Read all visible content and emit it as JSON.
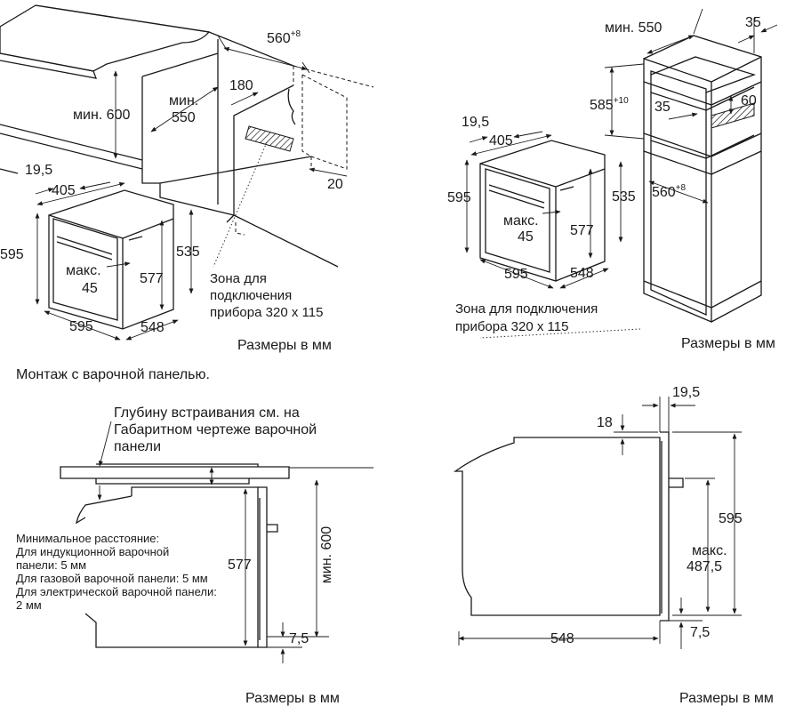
{
  "d1": {
    "dims": {
      "a": "560",
      "a_sup": "+8",
      "b": "мин. 600",
      "c": "мин.",
      "c2": "550",
      "d": "180",
      "e": "20",
      "f": "19,5",
      "g": "405",
      "h": "595",
      "i": "535",
      "j": "577",
      "k": "макс.",
      "k2": "45",
      "l": "595",
      "m": "548"
    },
    "zone": [
      "Зона для",
      "подключения",
      "прибора 320 x 115"
    ],
    "units": "Размеры в мм"
  },
  "d2": {
    "dims": {
      "a": "мин. 550",
      "b": "35",
      "c": "585",
      "c_sup": "+10",
      "d": "35",
      "e": "60",
      "f": "19,5",
      "g": "405",
      "h": "595",
      "i": "535",
      "j": "577",
      "k": "макс.",
      "k2": "45",
      "l": "560",
      "l_sup": "+8",
      "m": "595",
      "n": "548"
    },
    "zone": [
      "Зона для подключения",
      "прибора 320 x 115"
    ],
    "units": "Размеры в мм"
  },
  "caption": "Монтаж с варочной панелью.",
  "d3": {
    "note": [
      "Глубину встраивания см. на",
      "Габаритном чертеже варочной",
      "панели"
    ],
    "min_lines": [
      "Минимальное расстояние:",
      "Для индукционной варочной",
      "панели: 5 мм",
      "Для газовой варочной панели: 5 мм",
      "Для электрической варочной панели:",
      "2 мм"
    ],
    "dims": {
      "a": "577",
      "b": "мин. 600",
      "c": "7,5"
    },
    "units": "Размеры в мм"
  },
  "d4": {
    "dims": {
      "a": "19,5",
      "b": "18",
      "c": "595",
      "d": "макс.",
      "d2": "487,5",
      "e": "548",
      "f": "7,5"
    },
    "units": "Размеры в мм"
  }
}
